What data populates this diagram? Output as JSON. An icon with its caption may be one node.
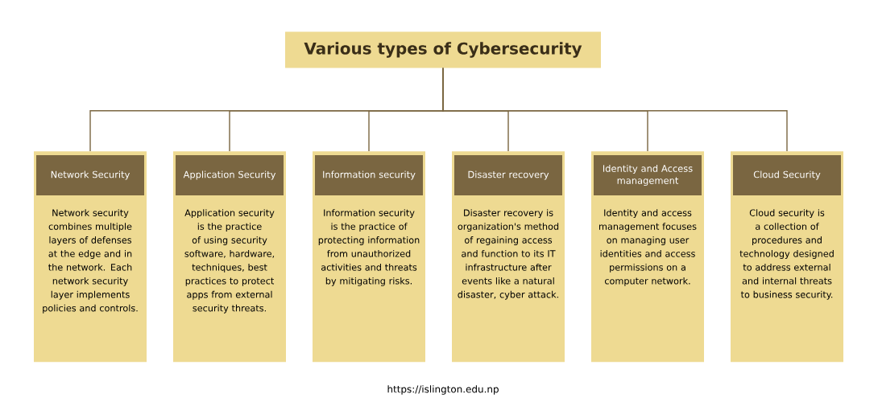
{
  "diagram": {
    "nodes": [
      {
        "text": [
          "Various types of Cybersecurity"
        ]
      },
      {
        "text": [
          "Network Security",
          "Network security combines multiple layers of defenses at the edge and in the network. Each network security layer implements policies and controls."
        ]
      },
      {
        "text": [
          "Application Security",
          "Application security is the practice of using security software, hardware, techniques, best practices to protect apps from external security threats."
        ]
      },
      {
        "text": [
          "Information security",
          "Information security is the practice of protecting information from unauthorized activities and threats by mitigating risks."
        ]
      },
      {
        "text": [
          "Disaster recovery",
          "Disaster recovery is organization's method of regaining access and function to its IT infrastructure after events like a natural disaster, cyber attack."
        ]
      },
      {
        "text": [
          "Identity and Access management",
          "Identity and access management focuses on managing user identities and access permissions on a computer network."
        ]
      },
      {
        "text": [
          "Cloud Security",
          "Cloud security is a collection of procedures and technology designed to address external and internal threats to business security."
        ]
      }
    ],
    "edges": [
      {
        "from": 0,
        "to": 1,
        "arrow": "none"
      },
      {
        "from": 0,
        "to": 2,
        "arrow": "none"
      },
      {
        "from": 0,
        "to": 3,
        "arrow": "none"
      },
      {
        "from": 0,
        "to": 4,
        "arrow": "none"
      },
      {
        "from": 0,
        "to": 5,
        "arrow": "none"
      },
      {
        "from": 0,
        "to": 6,
        "arrow": "none"
      }
    ],
    "labels": [
      "https://islington.edu.np"
    ]
  }
}
